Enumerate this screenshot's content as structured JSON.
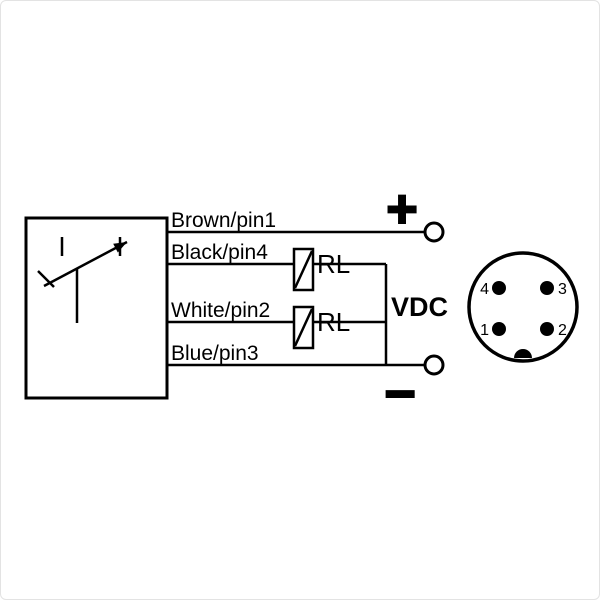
{
  "sensor": {
    "wires": [
      {
        "id": "brown",
        "label": "Brown/pin1"
      },
      {
        "id": "black",
        "label": "Black/pin4",
        "load": "RL"
      },
      {
        "id": "white",
        "label": "White/pin2",
        "load": "RL"
      },
      {
        "id": "blue",
        "label": "Blue/pin3"
      }
    ],
    "supply": {
      "plus": "+",
      "minus": "−",
      "voltage_label": "VDC"
    },
    "connector": {
      "pins": {
        "top_left": "4",
        "top_right": "3",
        "bottom_left": "1",
        "bottom_right": "2"
      }
    }
  },
  "colors": {
    "line": "#000000",
    "background": "#ffffff"
  }
}
